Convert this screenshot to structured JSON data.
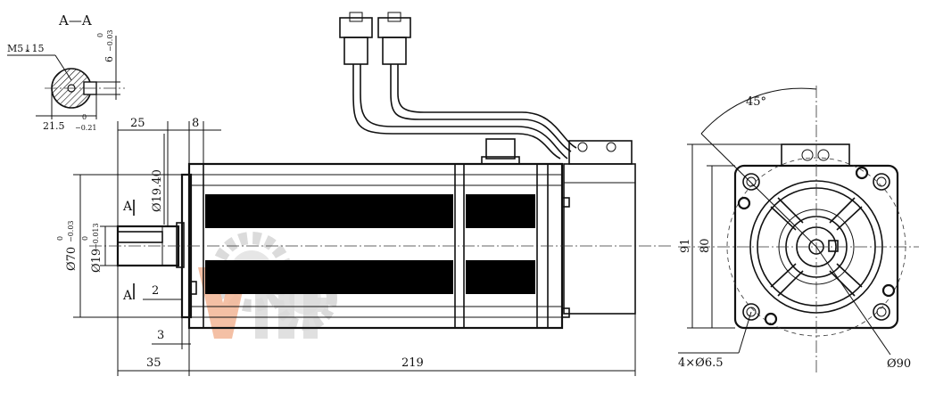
{
  "section": {
    "title": "A—A",
    "tap": "M5⤓15",
    "key_width": "6",
    "key_width_tol_upper": "0",
    "key_width_tol_lower": "−0.03",
    "key_depth": "21.5",
    "key_depth_tol_upper": "0",
    "key_depth_tol_lower": "−0.21"
  },
  "side_view": {
    "dim_shaft_length": "35",
    "dim_body_length": "219",
    "dim_flange_offset": "25",
    "dim_flange_thickness": "8",
    "dim_pilot_dia": "Ø19.40",
    "dim_spigot_dia": "Ø70",
    "dim_spigot_tol_upper": "0",
    "dim_spigot_tol_lower": "−0.03",
    "dim_shaft_dia": "Ø19",
    "dim_shaft_tol_upper": "0",
    "dim_shaft_tol_lower": "−0.013",
    "dim_step_2": "2",
    "dim_step_3": "3",
    "section_marker_top": "A",
    "section_marker_bottom": "A"
  },
  "front_view": {
    "dim_angle": "45°",
    "dim_height_outer": "91",
    "dim_height_inner": "80",
    "dim_holes": "4×Ø6.5",
    "dim_pcd": "Ø90"
  },
  "colors": {
    "line": "#111111",
    "watermark_orange": "#f0a27a",
    "watermark_gray": "#c9c9c9"
  }
}
